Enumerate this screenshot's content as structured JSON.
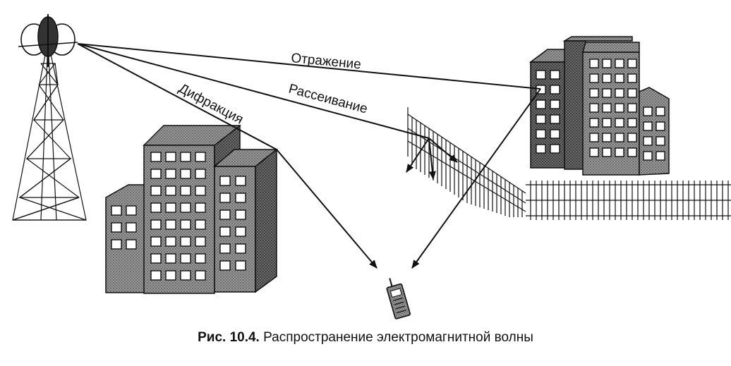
{
  "labels": {
    "reflection": "Отражение",
    "scattering": "Рассеивание",
    "diffraction": "Дифракция"
  },
  "caption": {
    "prefix": "Рис. 10.4.",
    "text": "Распространение электромагнитной волны"
  }
}
